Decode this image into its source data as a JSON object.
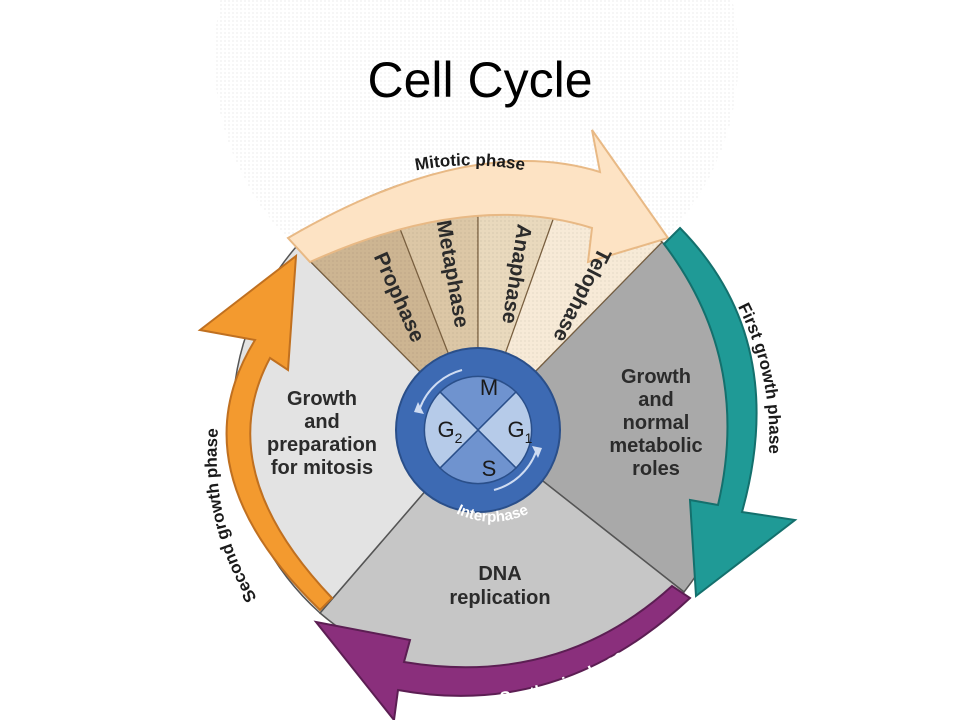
{
  "title": "Cell Cycle",
  "diagram": {
    "outer_arrows": {
      "mitotic": "Mitotic phase",
      "first_growth": "First growth phase",
      "synthesis": "Synthesis phase",
      "second_growth": "Second growth phase"
    },
    "mitosis_stages": [
      "Prophase",
      "Metaphase",
      "Anaphase",
      "Telophase"
    ],
    "sectors": {
      "g1_lines": [
        "Growth",
        "and",
        "normal",
        "metabolic",
        "roles"
      ],
      "s_lines": [
        "DNA",
        "replication"
      ],
      "g2_lines": [
        "Growth",
        "and",
        "preparation",
        "for mitosis"
      ]
    },
    "inner_circle": {
      "m": "M",
      "g1": "G",
      "g1_sub": "1",
      "s": "S",
      "g2": "G",
      "g2_sub": "2",
      "ring_label": "Interphase"
    },
    "colors": {
      "mitotic_arrow": "#fde3c4",
      "first_growth_arrow": "#1f9a96",
      "synthesis_arrow": "#8a2f7c",
      "second_growth_arrow": "#f39a2f",
      "g1_sector": "#a9a9a9",
      "s_sector": "#c6c6c6",
      "g2_sector": "#e3e3e3",
      "prophase": "#cdb592",
      "metaphase": "#dcc7a6",
      "anaphase": "#e9d9bd",
      "telophase": "#f7ead7",
      "inner_blue": "#6f93cf",
      "inner_blue_light": "#b6cbe9",
      "inner_blue_dark": "#3d6ab3"
    }
  }
}
